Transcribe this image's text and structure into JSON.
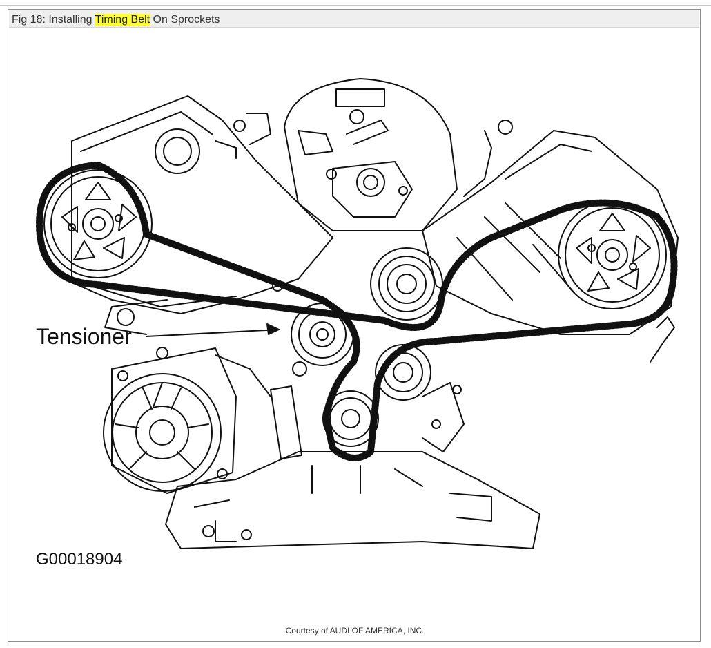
{
  "figure": {
    "title_prefix": "Fig 18: Installing ",
    "title_highlight": "Timing Belt",
    "title_suffix": " On Sprockets",
    "highlight_color": "#ffff33"
  },
  "diagram": {
    "subject": "V6 engine timing belt routing",
    "label_tensioner": "Tensioner",
    "image_code": "G00018904"
  },
  "footer": {
    "courtesy": "Courtesy of AUDI OF AMERICA, INC."
  }
}
